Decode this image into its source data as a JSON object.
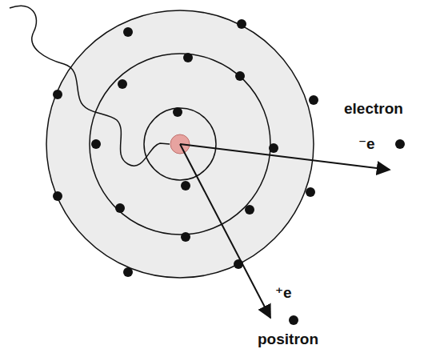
{
  "diagram": {
    "labels": [
      "electron",
      "⁻e",
      "⁺e",
      "positron"
    ]
  }
}
